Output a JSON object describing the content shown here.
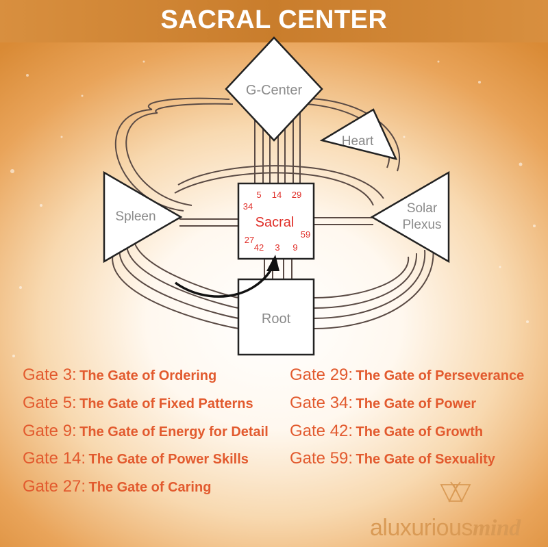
{
  "title": "SACRAL CENTER",
  "centers": {
    "g_center": "G-Center",
    "heart": "Heart",
    "spleen": "Spleen",
    "solar_plexus_line1": "Solar",
    "solar_plexus_line2": "Plexus",
    "sacral": "Sacral",
    "root": "Root"
  },
  "sacral_gate_numbers": [
    "5",
    "14",
    "29",
    "34",
    "27",
    "42",
    "3",
    "9",
    "59"
  ],
  "gates": [
    {
      "number": "Gate 3:",
      "name": "The Gate of Ordering"
    },
    {
      "number": "Gate 5:",
      "name": "The Gate of Fixed Patterns"
    },
    {
      "number": "Gate 9:",
      "name": "The Gate of Energy for Detail"
    },
    {
      "number": "Gate 14:",
      "name": "The Gate of Power Skills"
    },
    {
      "number": "Gate 27:",
      "name": "The Gate of Caring"
    },
    {
      "number": "Gate 29:",
      "name": "The Gate of Perseverance"
    },
    {
      "number": "Gate 34:",
      "name": "The Gate of Power"
    },
    {
      "number": "Gate 42:",
      "name": "The Gate of Growth"
    },
    {
      "number": "Gate 59:",
      "name": "The Gate of Sexuality"
    }
  ],
  "logo": {
    "text_regular": "aluxurious",
    "text_script": "mind"
  },
  "colors": {
    "accent": "#e25a2e",
    "banner": "#c97d2c",
    "center_label": "#8a8a8a",
    "sacral_label": "#e0302a"
  }
}
